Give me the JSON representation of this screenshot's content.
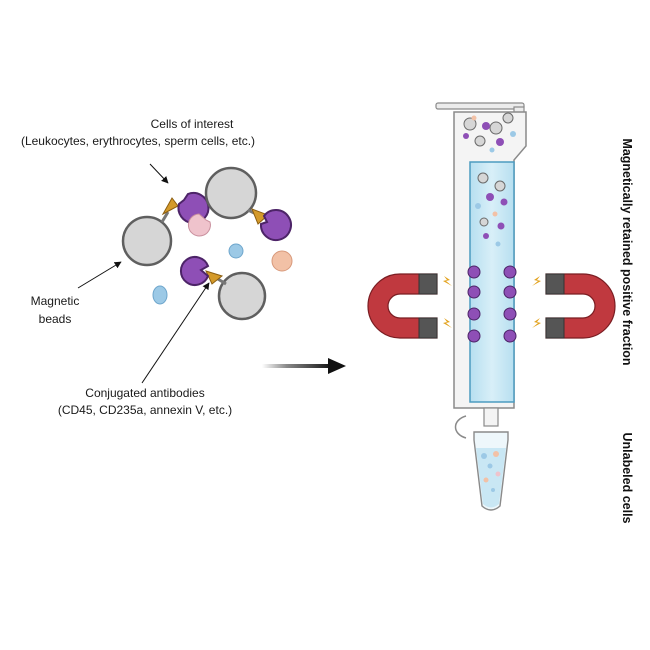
{
  "labels": {
    "cells_of_interest": "Cells of interest",
    "cells_of_interest_examples": "(Leukocytes, erythrocytes, sperm cells, etc.)",
    "magnetic_beads_line1": "Magnetic",
    "magnetic_beads_line2": "beads",
    "antibodies_line1": "Conjugated antibodies",
    "antibodies_line2": "(CD45, CD235a, annexin V, etc.)",
    "retained_fraction": "Magnetically retained positive fraction",
    "unlabeled": "Unlabeled cells"
  },
  "colors": {
    "magnetic_bead": "#d6d6d6",
    "target_cell": "#8e4fb6",
    "antibody": "#d49a2a",
    "magnet": "#c0393f",
    "magnet_pole": "#555555",
    "column_liquid": "#c9e7f4",
    "unlabeled_cell_blue": "#9cc9e6",
    "unlabeled_cell_peach": "#f2c1a6",
    "unlabeled_cell_pink": "#efc3cc",
    "spark": "#e2a21d"
  }
}
